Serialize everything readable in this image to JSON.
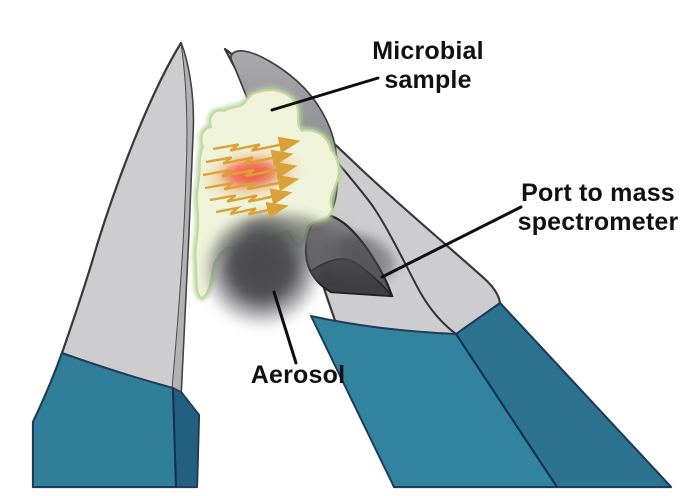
{
  "labels": {
    "microbial_sample": "Microbial\nsample",
    "port": "Port to mass\nspectrometer",
    "aerosol": "Aerosol"
  },
  "illustration": {
    "parts": [
      "left-probe-tip",
      "right-probe-tip",
      "microbial-sample-blob",
      "laser-excitation-arrows",
      "red-glow",
      "aerosol-cloud",
      "mass-spectrometer-port"
    ]
  },
  "colors": {
    "background": "#ffffff",
    "label_color": "#111111",
    "leader_line": "#0f0f10",
    "probe_face": "#cdcdcf",
    "probe_side": "#b2b2b5",
    "probe_outline": "#38383a",
    "teal_front": "#2f7f9b",
    "teal_side": "#235f80",
    "teal_right_light": "#3183a0",
    "teal_right_dark": "#2b7391",
    "teal_outline": "#1f3d55",
    "sample_fill": "#eef3da",
    "sample_edge": "#b9d49b",
    "glow_red": "#e23a2c",
    "arrow_gold": "#d9a138",
    "aerosol_gray": "#4a4a4e",
    "port_dark": "#3f3f43"
  }
}
